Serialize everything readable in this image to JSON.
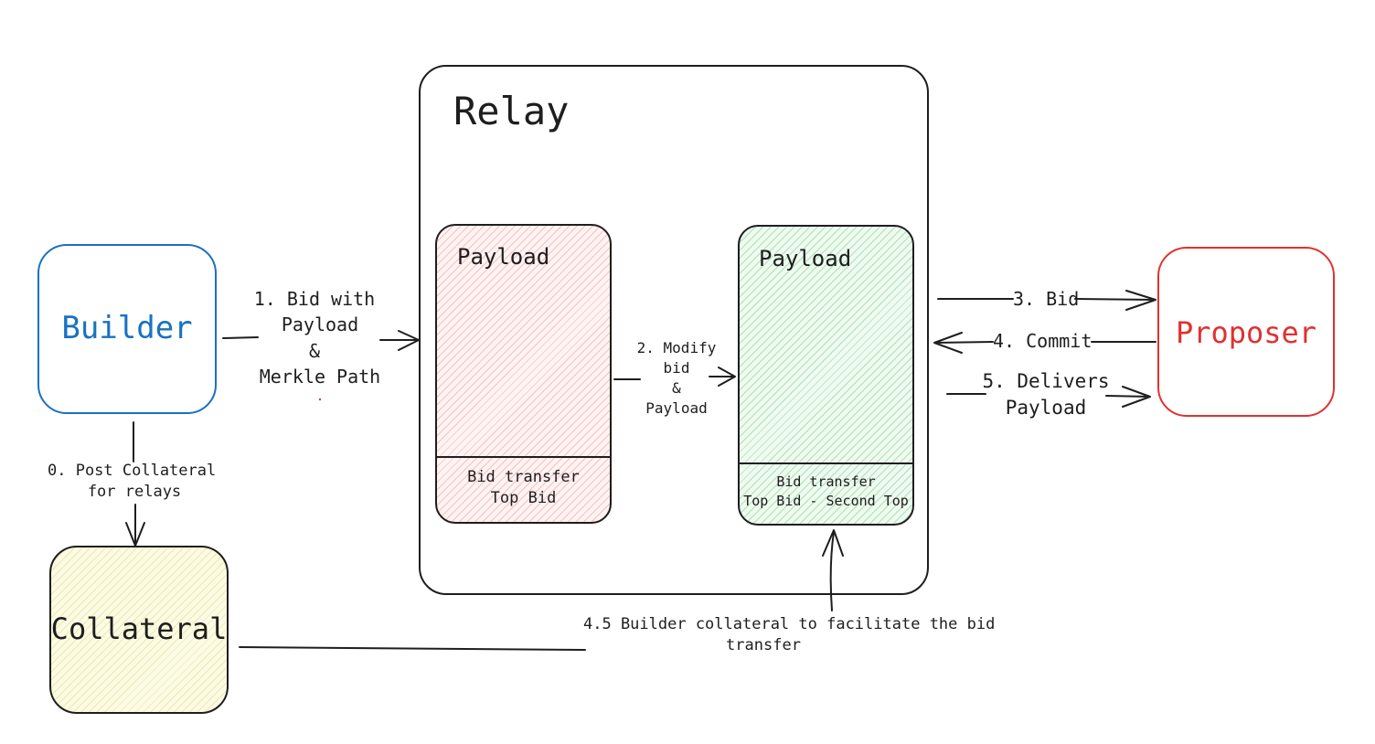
{
  "colors": {
    "stroke": "#1e1e1e",
    "builder": "#1971c2",
    "proposer": "#e03131",
    "payload_red_fill": "#ffc9c9",
    "payload_green_fill": "#b2f2bb",
    "collateral_fill": "#ffec99"
  },
  "nodes": {
    "relay": {
      "title": "Relay"
    },
    "builder": {
      "label": "Builder"
    },
    "proposer": {
      "label": "Proposer"
    },
    "collateral": {
      "label": "Collateral"
    },
    "payload_left": {
      "title": "Payload",
      "footer_line1": "Bid transfer",
      "footer_line2": "Top Bid"
    },
    "payload_right": {
      "title": "Payload",
      "footer_line1": "Bid transfer",
      "footer_line2": "Top Bid - Second Top"
    }
  },
  "edges": {
    "step0": {
      "line1": "0. Post Collateral",
      "line2": "for relays"
    },
    "step1": {
      "line1": "1. Bid with",
      "line2": "Payload",
      "line3": "&",
      "line4": "Merkle Path"
    },
    "step2": {
      "line1": "2. Modify",
      "line2": "bid",
      "line3": "&",
      "line4": "Payload"
    },
    "step3": {
      "label": "3. Bid"
    },
    "step4": {
      "label": "4. Commit"
    },
    "step5": {
      "line1": "5. Delivers",
      "line2": "Payload"
    },
    "step45": {
      "line1": "4.5 Builder collateral to facilitate the bid",
      "line2": "transfer"
    }
  }
}
